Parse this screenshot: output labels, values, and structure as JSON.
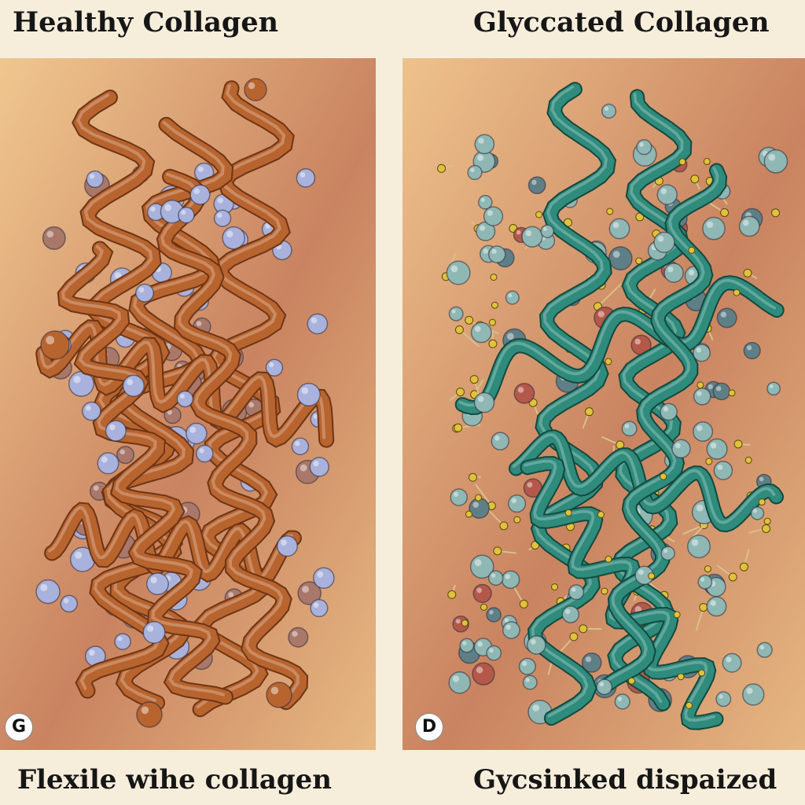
{
  "left": {
    "title": "Healthy Collagen",
    "badge": "G",
    "caption": "Flexile wihe collagen",
    "strand_color": "#b8642f",
    "bead_color": "#a9b2dc",
    "bead_color_alt": "#a9786a"
  },
  "right": {
    "title": "Glyccated Collagen",
    "badge": "D",
    "caption": "Gycsinked dispaized",
    "strand_color": "#2f8b7c",
    "bead_color": "#8fb8b4",
    "bead_color_dark": "#5f7f86",
    "crosslink_color": "#e2c23a",
    "accent_color": "#b4584a"
  },
  "background_gradient": [
    "#efc48d",
    "#c4815c"
  ]
}
